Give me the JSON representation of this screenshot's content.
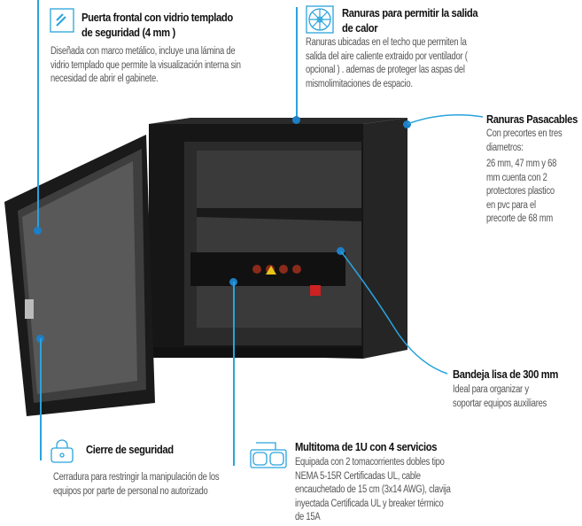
{
  "features": {
    "door": {
      "icon": "glass-pane-icon",
      "title": "Puerta frontal con vidrio templado de seguridad (4 mm )",
      "description": "Diseñada con marco metálico, incluye una lámina de vidrio templado que permite la visualización interna sin necesidad de abrir el gabinete."
    },
    "vents": {
      "icon": "fan-icon",
      "title": "Ranuras para permitir la salida de calor",
      "description": "Ranuras ubicadas en el techo que permiten la salida del aire caliente extraido por ventilador ( opcional ) . ademas de proteger las aspas del mismolimitaciones de espacio."
    },
    "cable_slots": {
      "title": "Ranuras Pasacables",
      "description_1": "Con precortes en tres diametros:",
      "description_2": "26 mm, 47 mm y 68 mm cuenta con 2 protectores plastico en pvc para el precorte de 68 mm"
    },
    "tray": {
      "title": "Bandeja lisa de 300 mm",
      "description": "Ideal para organizar y soportar equipos auxiliares"
    },
    "lock": {
      "icon": "padlock-icon",
      "title": "Cierre de seguridad",
      "description": "Cerradura para restringir la manipulación de los equipos por parte de personal no autorizado"
    },
    "power_strip": {
      "icon": "power-outlet-icon",
      "title": "Multitoma de 1U con 4 servicios",
      "description": "Equipada con 2 tomacorrientes dobles tipo NEMA 5-15R Certificadas UL, cable encauchetado de 15 cm (3x14 AWG), clavija inyectada Certificada UL y breaker térmico de 15A"
    }
  },
  "colors": {
    "accent": "#29a3dd",
    "dot": "#1d7fc6",
    "cabinet": "#1e1e1e"
  }
}
